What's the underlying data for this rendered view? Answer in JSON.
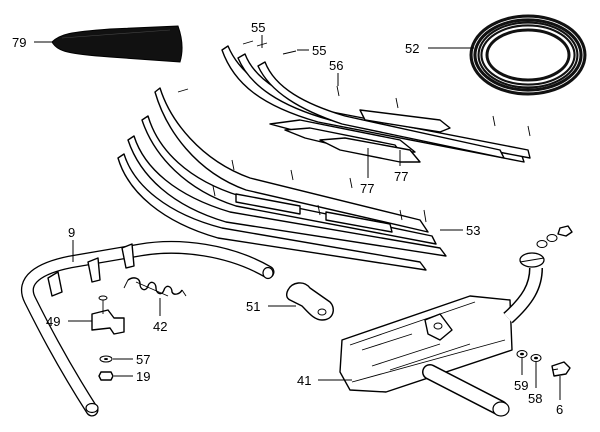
{
  "callouts": {
    "c79": "79",
    "c55a": "55",
    "c55b": "55",
    "c56": "56",
    "c52": "52",
    "c77a": "77",
    "c77b": "77",
    "c53": "53",
    "c9": "9",
    "c51": "51",
    "c42": "42",
    "c49": "49",
    "c57": "57",
    "c19": "19",
    "c41": "41",
    "c59": "59",
    "c58": "58",
    "c6": "6"
  }
}
